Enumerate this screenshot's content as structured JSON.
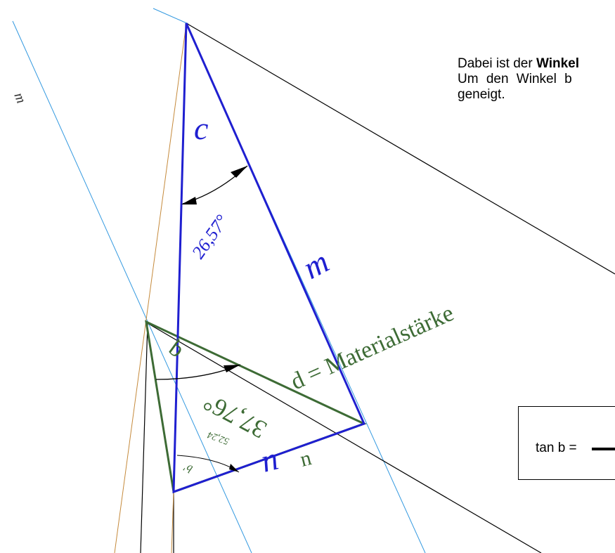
{
  "diagram": {
    "labels": {
      "c": "c",
      "m_side": "m",
      "m_margin": "m",
      "n_side": "n",
      "n_small": "n",
      "angle_top": "26,57°",
      "material": "d = Materialstärke",
      "angle_mid": "37,76°",
      "angle_small": "52,24",
      "b": "b",
      "b_prime": "b'"
    },
    "colors": {
      "blue": "#1f1fd0",
      "green": "#3d6b35",
      "black": "#000000",
      "light_blue": "#3399e0",
      "orange": "#c58a3c"
    }
  },
  "text": {
    "line1_prefix": "Dabei ist der ",
    "line1_bold": "Winkel",
    "line2": "Um den Winkel b",
    "line3": "geneigt."
  },
  "formula": {
    "label": "tan b ="
  }
}
